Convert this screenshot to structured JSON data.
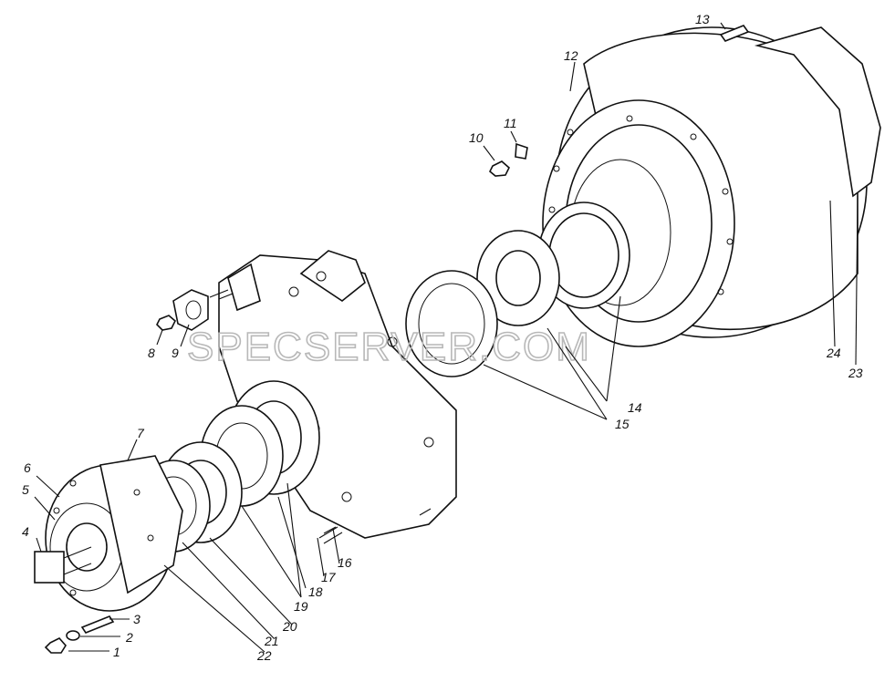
{
  "watermark": "SPECSERVER.COM",
  "callouts": [
    "1",
    "2",
    "3",
    "4",
    "5",
    "6",
    "7",
    "8",
    "9",
    "10",
    "11",
    "12",
    "13",
    "14",
    "15",
    "16",
    "17",
    "18",
    "19",
    "20",
    "21",
    "22",
    "23",
    "24"
  ],
  "colors": {
    "ink": "#111111",
    "paper": "#ffffff",
    "watermark": "#b8b8b8",
    "texture": "#555555"
  }
}
